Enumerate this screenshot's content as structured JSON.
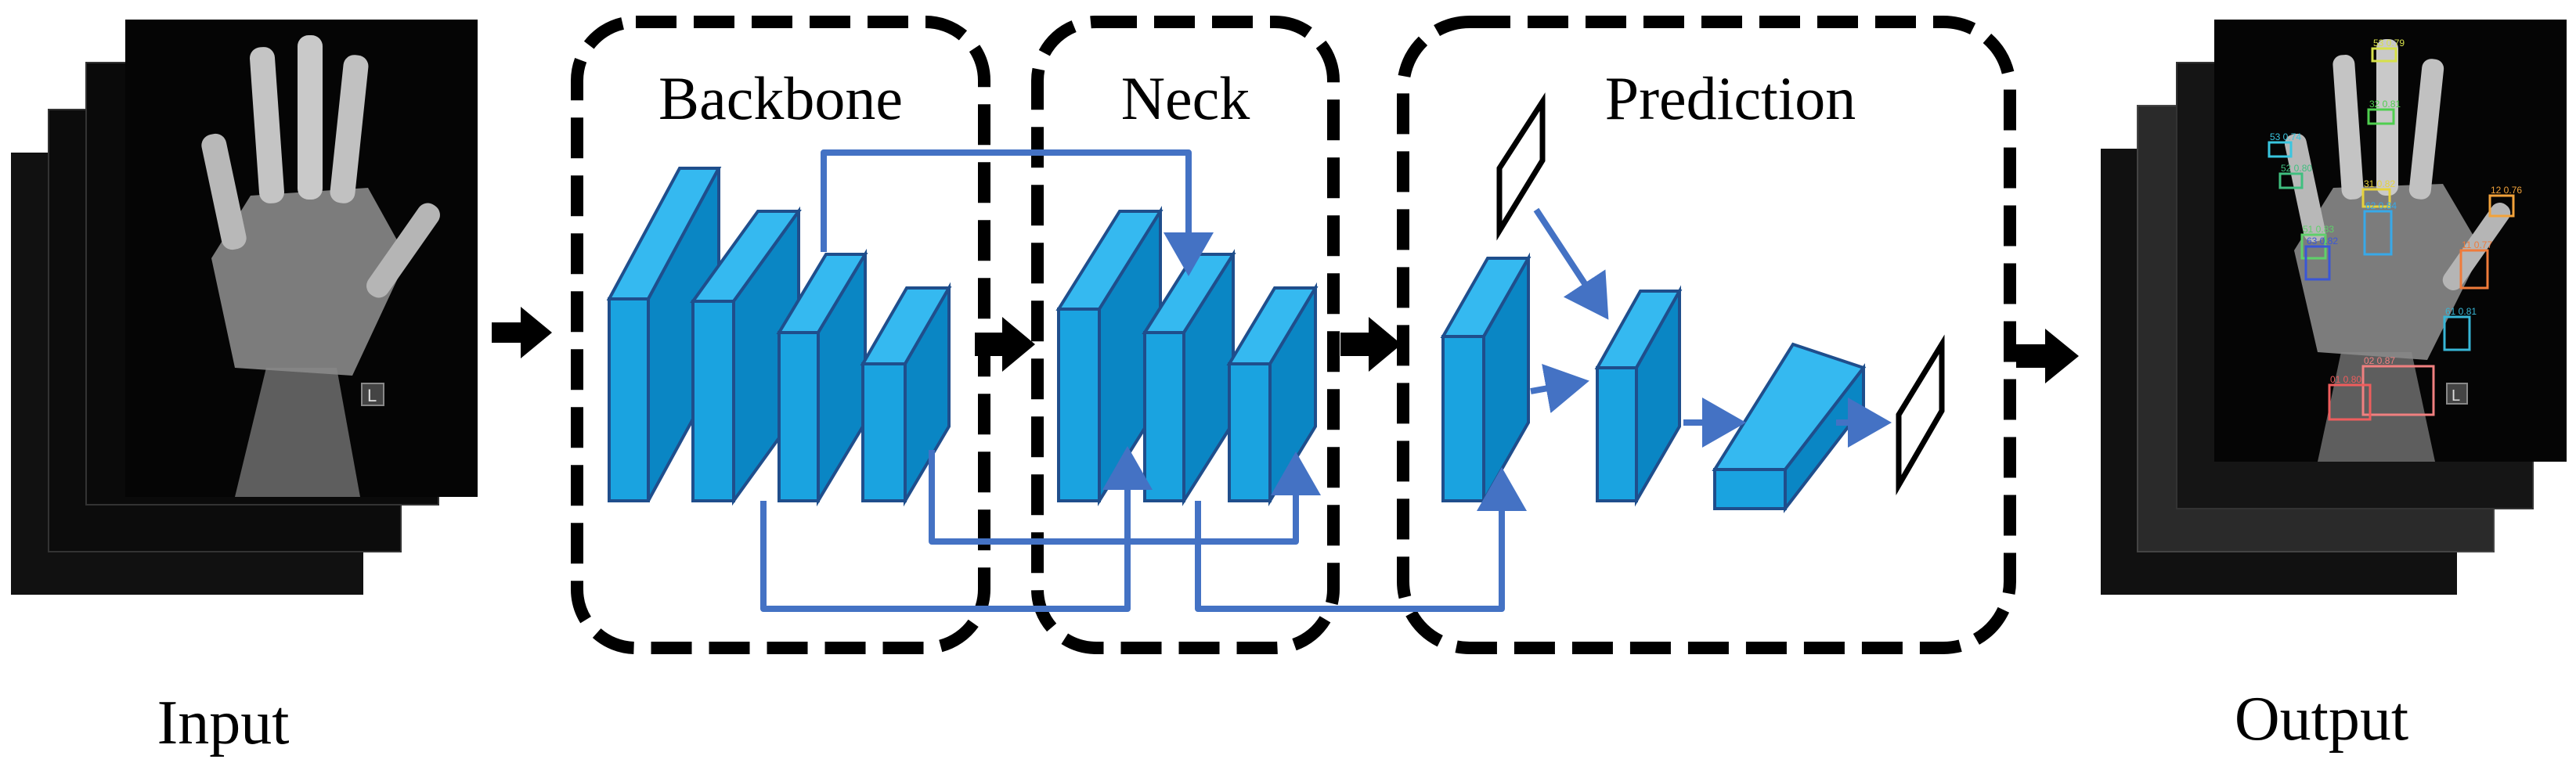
{
  "labels": {
    "input": "Input",
    "output": "Output",
    "backbone": "Backbone",
    "neck": "Neck",
    "prediction": "Prediction"
  },
  "output_detections": [
    {
      "text": "53 0.79",
      "color": "#d6e04a"
    },
    {
      "text": "32 0.81",
      "color": "#4fcf4f"
    },
    {
      "text": "53 0.74",
      "color": "#39c6e0"
    },
    {
      "text": "52 0.80",
      "color": "#3fbf7f"
    },
    {
      "text": "31 0.82",
      "color": "#e6d23c"
    },
    {
      "text": "12 0.76",
      "color": "#f2a23a"
    },
    {
      "text": "62 0.84",
      "color": "#38a9e8"
    },
    {
      "text": "51 0.83",
      "color": "#5fd06a"
    },
    {
      "text": "63 0.82",
      "color": "#3a56d6"
    },
    {
      "text": "11 0.77",
      "color": "#f07b3a"
    },
    {
      "text": "61 0.81",
      "color": "#38b6d6"
    },
    {
      "text": "02 0.87",
      "color": "#f08080"
    },
    {
      "text": "01 0.80",
      "color": "#ef5d5d"
    }
  ],
  "xray_marker": "L",
  "colors": {
    "layer_face": "#0a86c4",
    "layer_top": "#35b9f0",
    "layer_stroke": "#1f4e8c",
    "connection": "#4472c4",
    "box_border": "#000000"
  }
}
